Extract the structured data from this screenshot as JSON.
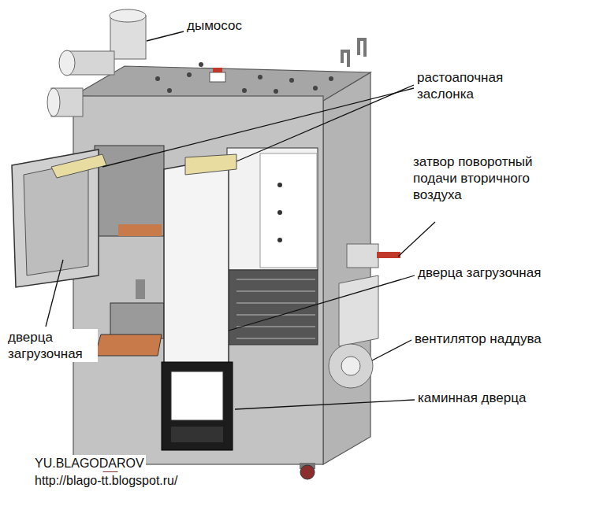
{
  "diagram": {
    "labels": [
      "дымосос",
      "растоапочная заслонка",
      "затвор поворотный подачи вторичного воздуха",
      "дверца загрузочная",
      "вентилятор наддува",
      "каминная дверца",
      "дверца загрузочная",
      "YU.BLAGODAROV",
      "http://blago-tt.blogspot.ru/"
    ]
  }
}
